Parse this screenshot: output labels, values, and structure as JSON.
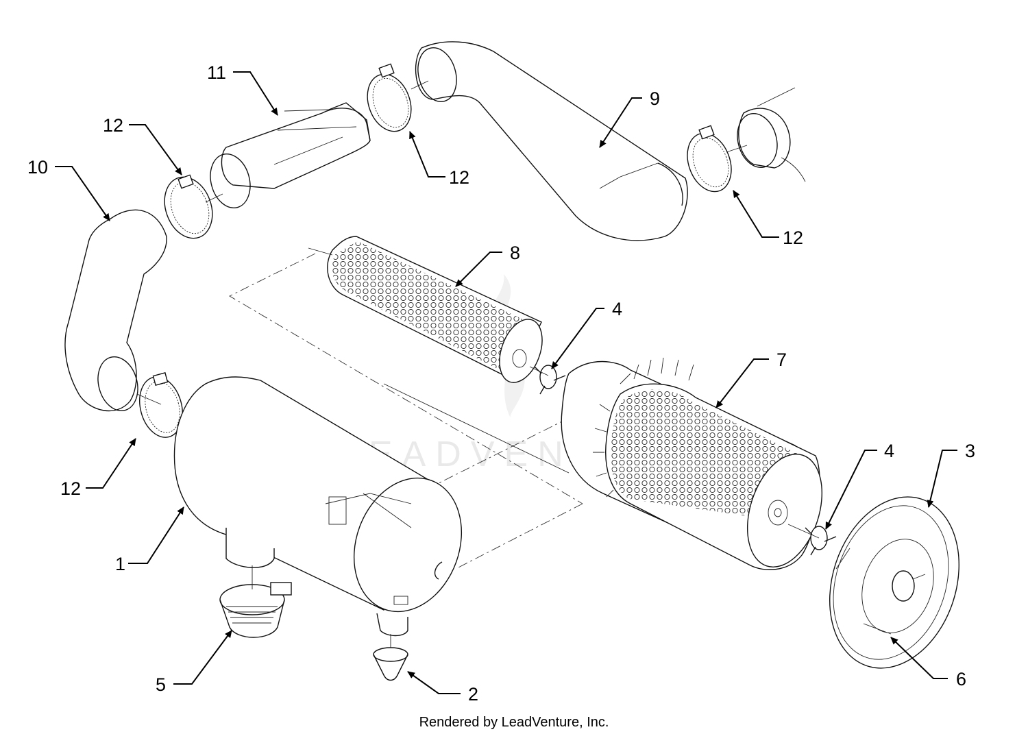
{
  "diagram": {
    "watermark": "LEADVENTURE",
    "credit": "Rendered by LeadVenture, Inc.",
    "callouts": [
      {
        "id": "c1",
        "label": "1"
      },
      {
        "id": "c2",
        "label": "2"
      },
      {
        "id": "c3",
        "label": "3"
      },
      {
        "id": "c4a",
        "label": "4"
      },
      {
        "id": "c4b",
        "label": "4"
      },
      {
        "id": "c5",
        "label": "5"
      },
      {
        "id": "c6",
        "label": "6"
      },
      {
        "id": "c7",
        "label": "7"
      },
      {
        "id": "c8",
        "label": "8"
      },
      {
        "id": "c9",
        "label": "9"
      },
      {
        "id": "c10",
        "label": "10"
      },
      {
        "id": "c11",
        "label": "11"
      },
      {
        "id": "c12a",
        "label": "12"
      },
      {
        "id": "c12b",
        "label": "12"
      },
      {
        "id": "c12c",
        "label": "12"
      },
      {
        "id": "c12d",
        "label": "12"
      }
    ]
  }
}
